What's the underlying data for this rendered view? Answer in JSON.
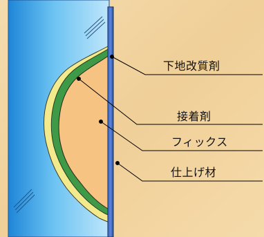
{
  "labels": {
    "base_treatment": "下地改質剤",
    "adhesive": "接着剤",
    "fix": "フィックス",
    "finish": "仕上げ材"
  },
  "colors": {
    "background": "#f1d5a4",
    "glass_blue": "#39a6e6",
    "glass_edge": "#1f4f8f",
    "adhesive_green": "#3f9a48",
    "yellow_layer": "#f2ea8c",
    "fill_orange": "#f6c383",
    "leader_line": "#000000"
  }
}
